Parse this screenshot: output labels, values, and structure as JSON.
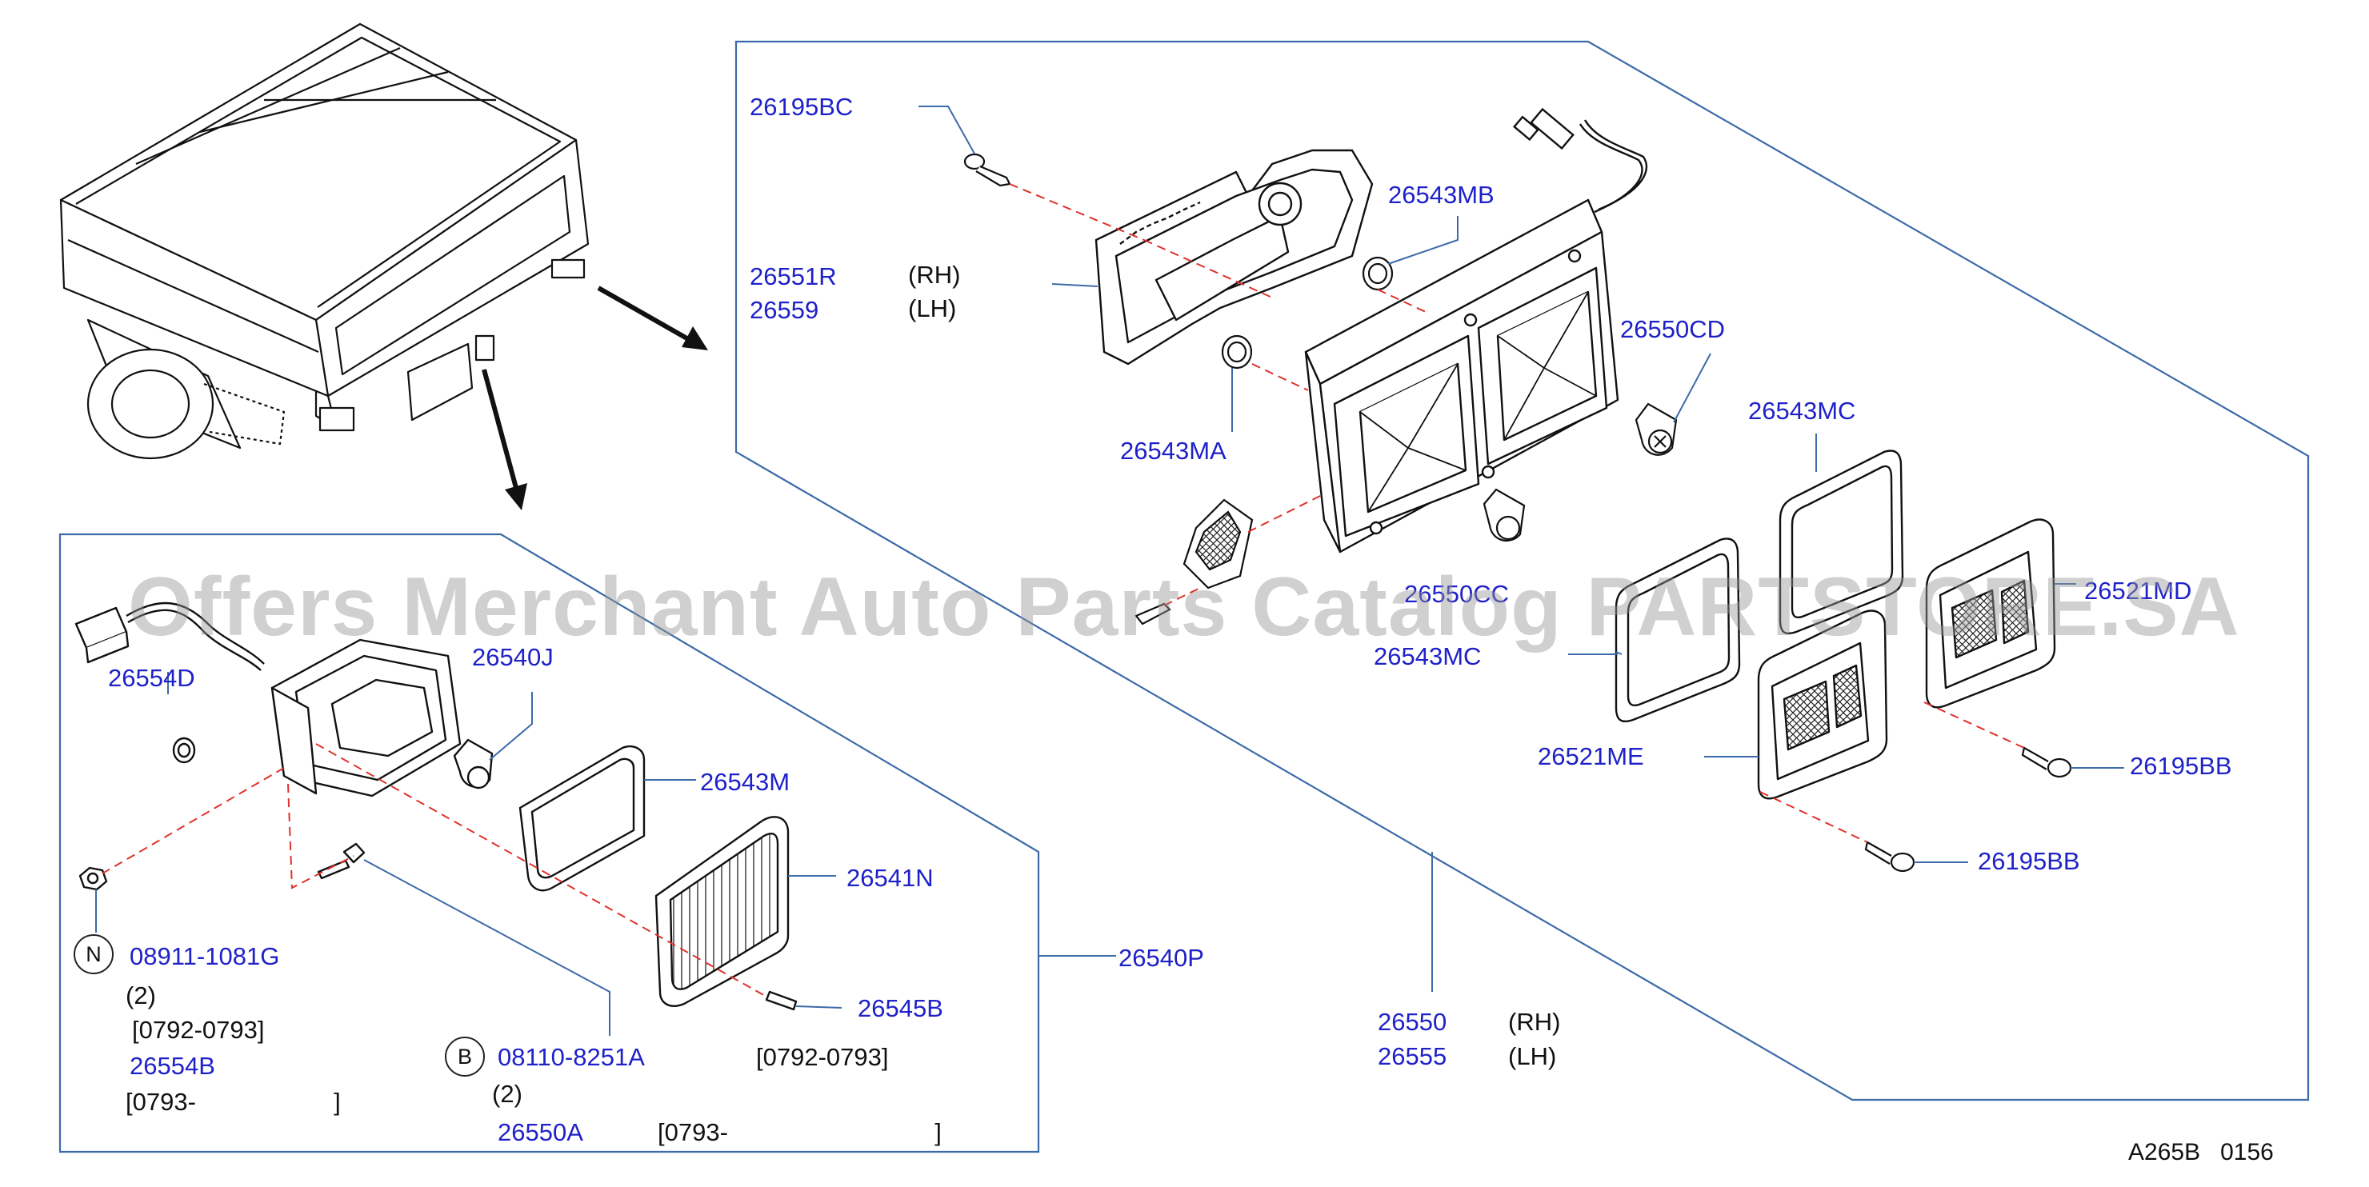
{
  "diagram": {
    "catalog_code": "A265B   0156",
    "watermark": "Offers Merchant Auto Parts Catalog PARTSTORE.SA",
    "colors": {
      "part_number": "#1f21c9",
      "frame": "#3d6aa8",
      "drawing": "#111111",
      "guide_dash": "#e0322c"
    },
    "upper_panel": {
      "labels": {
        "p26195BC": "26195BC",
        "p26551R": "26551R",
        "p26559": "26559",
        "rh_lens": "(RH)",
        "lh_lens": "(LH)",
        "p26543MB": "26543MB",
        "p26550CD": "26550CD",
        "p26543MA": "26543MA",
        "p26543MC_top": "26543MC",
        "p26550CC": "26550CC",
        "p26521MD": "26521MD",
        "p26543MC_bottom": "26543MC",
        "p26521ME": "26521ME",
        "p26195BB_1": "26195BB",
        "p26195BB_2": "26195BB",
        "p26550": "26550",
        "p26555": "26555",
        "rh_assy": "(RH)",
        "lh_assy": "(LH)"
      }
    },
    "lower_panel": {
      "labels": {
        "p26554D": "26554D",
        "p26540J": "26540J",
        "p26543M": "26543M",
        "p26541N": "26541N",
        "p26540P": "26540P",
        "p26545B": "26545B",
        "nut_symbol": "N",
        "p08911_1081G": "08911-1081G",
        "qty_nut": "(2)",
        "range_nut": "[0792-0793]",
        "p26554B": "26554B",
        "range_26554B": "[0793-                    ]",
        "bolt_symbol": "B",
        "p08110_8251A": "08110-8251A",
        "qty_bolt": "(2)",
        "range_26545B": "[0792-0793]",
        "p26550A": "26550A",
        "range_26550A": "[0793-                              ]"
      }
    }
  }
}
